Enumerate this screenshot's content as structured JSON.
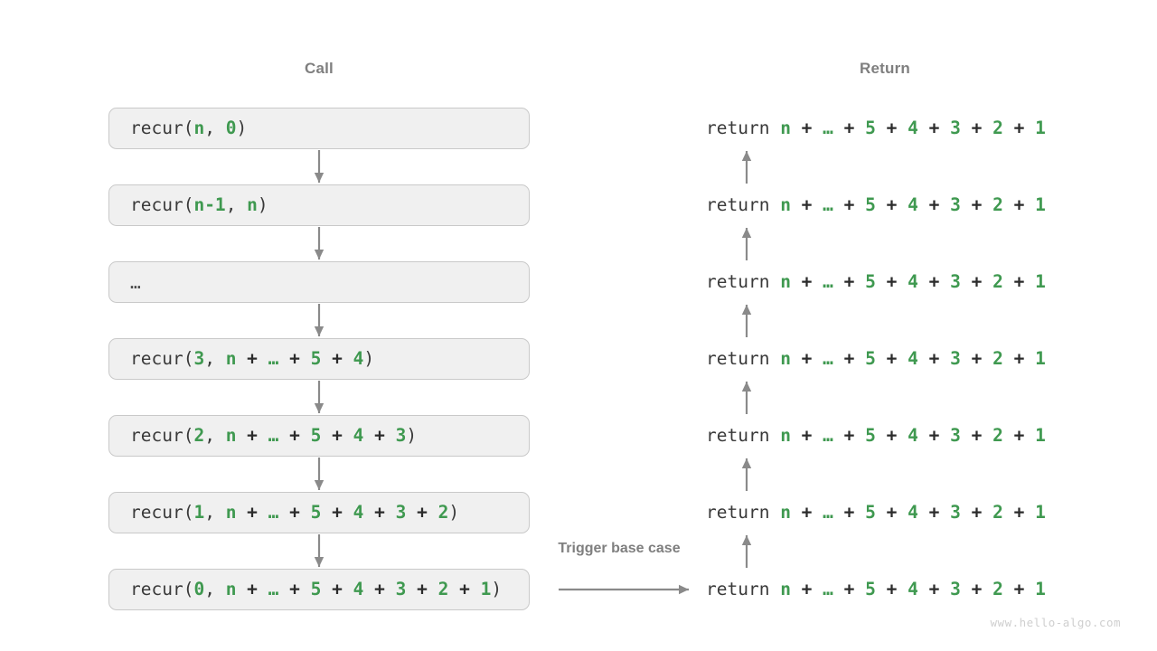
{
  "headers": {
    "call": "Call",
    "return": "Return"
  },
  "colors": {
    "green": "#3f9950",
    "text": "#3a3a3a",
    "header": "#7f7f7f",
    "box_bg": "#f0f0f0",
    "box_border": "#c9c9c9",
    "arrow": "#8a8a8a",
    "watermark": "#cfcfcf"
  },
  "call_stack": [
    {
      "id": "call-0",
      "plain": "recur(n, 0)",
      "tokens": [
        {
          "t": "recur(",
          "c": "plain"
        },
        {
          "t": "n",
          "c": "green"
        },
        {
          "t": ", ",
          "c": "plain"
        },
        {
          "t": "0",
          "c": "green"
        },
        {
          "t": ")",
          "c": "plain"
        }
      ]
    },
    {
      "id": "call-1",
      "plain": "recur(n-1, n)",
      "tokens": [
        {
          "t": "recur(",
          "c": "plain"
        },
        {
          "t": "n-1",
          "c": "green"
        },
        {
          "t": ", ",
          "c": "plain"
        },
        {
          "t": "n",
          "c": "green"
        },
        {
          "t": ")",
          "c": "plain"
        }
      ]
    },
    {
      "id": "call-2",
      "plain": "…",
      "tokens": [
        {
          "t": "…",
          "c": "dots"
        }
      ]
    },
    {
      "id": "call-3",
      "plain": "recur(3, n + … + 5 + 4)",
      "tokens": [
        {
          "t": "recur(",
          "c": "plain"
        },
        {
          "t": "3",
          "c": "green"
        },
        {
          "t": ", ",
          "c": "plain"
        },
        {
          "t": "n",
          "c": "green"
        },
        {
          "t": " + ",
          "c": "op"
        },
        {
          "t": "…",
          "c": "green"
        },
        {
          "t": " + ",
          "c": "op"
        },
        {
          "t": "5",
          "c": "green"
        },
        {
          "t": " + ",
          "c": "op"
        },
        {
          "t": "4",
          "c": "green"
        },
        {
          "t": ")",
          "c": "plain"
        }
      ]
    },
    {
      "id": "call-4",
      "plain": "recur(2, n + … + 5 + 4 + 3)",
      "tokens": [
        {
          "t": "recur(",
          "c": "plain"
        },
        {
          "t": "2",
          "c": "green"
        },
        {
          "t": ", ",
          "c": "plain"
        },
        {
          "t": "n",
          "c": "green"
        },
        {
          "t": " + ",
          "c": "op"
        },
        {
          "t": "…",
          "c": "green"
        },
        {
          "t": " + ",
          "c": "op"
        },
        {
          "t": "5",
          "c": "green"
        },
        {
          "t": " + ",
          "c": "op"
        },
        {
          "t": "4",
          "c": "green"
        },
        {
          "t": " + ",
          "c": "op"
        },
        {
          "t": "3",
          "c": "green"
        },
        {
          "t": ")",
          "c": "plain"
        }
      ]
    },
    {
      "id": "call-5",
      "plain": "recur(1, n + … + 5 + 4 + 3 + 2)",
      "tokens": [
        {
          "t": "recur(",
          "c": "plain"
        },
        {
          "t": "1",
          "c": "green"
        },
        {
          "t": ", ",
          "c": "plain"
        },
        {
          "t": "n",
          "c": "green"
        },
        {
          "t": " + ",
          "c": "op"
        },
        {
          "t": "…",
          "c": "green"
        },
        {
          "t": " + ",
          "c": "op"
        },
        {
          "t": "5",
          "c": "green"
        },
        {
          "t": " + ",
          "c": "op"
        },
        {
          "t": "4",
          "c": "green"
        },
        {
          "t": " + ",
          "c": "op"
        },
        {
          "t": "3",
          "c": "green"
        },
        {
          "t": " + ",
          "c": "op"
        },
        {
          "t": "2",
          "c": "green"
        },
        {
          "t": ")",
          "c": "plain"
        }
      ]
    },
    {
      "id": "call-6",
      "plain": "recur(0, n + … + 5 + 4 + 3 + 2 + 1)",
      "tokens": [
        {
          "t": "recur(",
          "c": "plain"
        },
        {
          "t": "0",
          "c": "green"
        },
        {
          "t": ", ",
          "c": "plain"
        },
        {
          "t": "n",
          "c": "green"
        },
        {
          "t": " + ",
          "c": "op"
        },
        {
          "t": "…",
          "c": "green"
        },
        {
          "t": " + ",
          "c": "op"
        },
        {
          "t": "5",
          "c": "green"
        },
        {
          "t": " + ",
          "c": "op"
        },
        {
          "t": "4",
          "c": "green"
        },
        {
          "t": " + ",
          "c": "op"
        },
        {
          "t": "3",
          "c": "green"
        },
        {
          "t": " + ",
          "c": "op"
        },
        {
          "t": "2",
          "c": "green"
        },
        {
          "t": " + ",
          "c": "op"
        },
        {
          "t": "1",
          "c": "green"
        },
        {
          "t": ")",
          "c": "plain"
        }
      ]
    }
  ],
  "return_stack": [
    {
      "id": "return-0",
      "plain": "return n + … + 5 + 4 + 3 + 2 + 1",
      "tokens": [
        {
          "t": "return ",
          "c": "plain"
        },
        {
          "t": "n",
          "c": "green"
        },
        {
          "t": " + ",
          "c": "op"
        },
        {
          "t": "…",
          "c": "green"
        },
        {
          "t": " + ",
          "c": "op"
        },
        {
          "t": "5",
          "c": "green"
        },
        {
          "t": " + ",
          "c": "op"
        },
        {
          "t": "4",
          "c": "green"
        },
        {
          "t": " + ",
          "c": "op"
        },
        {
          "t": "3",
          "c": "green"
        },
        {
          "t": " + ",
          "c": "op"
        },
        {
          "t": "2",
          "c": "green"
        },
        {
          "t": " + ",
          "c": "op"
        },
        {
          "t": "1",
          "c": "green"
        }
      ]
    },
    {
      "id": "return-1",
      "plain": "return n + … + 5 + 4 + 3 + 2 + 1",
      "tokens": [
        {
          "t": "return ",
          "c": "plain"
        },
        {
          "t": "n",
          "c": "green"
        },
        {
          "t": " + ",
          "c": "op"
        },
        {
          "t": "…",
          "c": "green"
        },
        {
          "t": " + ",
          "c": "op"
        },
        {
          "t": "5",
          "c": "green"
        },
        {
          "t": " + ",
          "c": "op"
        },
        {
          "t": "4",
          "c": "green"
        },
        {
          "t": " + ",
          "c": "op"
        },
        {
          "t": "3",
          "c": "green"
        },
        {
          "t": " + ",
          "c": "op"
        },
        {
          "t": "2",
          "c": "green"
        },
        {
          "t": " + ",
          "c": "op"
        },
        {
          "t": "1",
          "c": "green"
        }
      ]
    },
    {
      "id": "return-2",
      "plain": "return n + … + 5 + 4 + 3 + 2 + 1",
      "tokens": [
        {
          "t": "return ",
          "c": "plain"
        },
        {
          "t": "n",
          "c": "green"
        },
        {
          "t": " + ",
          "c": "op"
        },
        {
          "t": "…",
          "c": "green"
        },
        {
          "t": " + ",
          "c": "op"
        },
        {
          "t": "5",
          "c": "green"
        },
        {
          "t": " + ",
          "c": "op"
        },
        {
          "t": "4",
          "c": "green"
        },
        {
          "t": " + ",
          "c": "op"
        },
        {
          "t": "3",
          "c": "green"
        },
        {
          "t": " + ",
          "c": "op"
        },
        {
          "t": "2",
          "c": "green"
        },
        {
          "t": " + ",
          "c": "op"
        },
        {
          "t": "1",
          "c": "green"
        }
      ]
    },
    {
      "id": "return-3",
      "plain": "return n + … + 5 + 4 + 3 + 2 + 1",
      "tokens": [
        {
          "t": "return ",
          "c": "plain"
        },
        {
          "t": "n",
          "c": "green"
        },
        {
          "t": " + ",
          "c": "op"
        },
        {
          "t": "…",
          "c": "green"
        },
        {
          "t": " + ",
          "c": "op"
        },
        {
          "t": "5",
          "c": "green"
        },
        {
          "t": " + ",
          "c": "op"
        },
        {
          "t": "4",
          "c": "green"
        },
        {
          "t": " + ",
          "c": "op"
        },
        {
          "t": "3",
          "c": "green"
        },
        {
          "t": " + ",
          "c": "op"
        },
        {
          "t": "2",
          "c": "green"
        },
        {
          "t": " + ",
          "c": "op"
        },
        {
          "t": "1",
          "c": "green"
        }
      ]
    },
    {
      "id": "return-4",
      "plain": "return n + … + 5 + 4 + 3 + 2 + 1",
      "tokens": [
        {
          "t": "return ",
          "c": "plain"
        },
        {
          "t": "n",
          "c": "green"
        },
        {
          "t": " + ",
          "c": "op"
        },
        {
          "t": "…",
          "c": "green"
        },
        {
          "t": " + ",
          "c": "op"
        },
        {
          "t": "5",
          "c": "green"
        },
        {
          "t": " + ",
          "c": "op"
        },
        {
          "t": "4",
          "c": "green"
        },
        {
          "t": " + ",
          "c": "op"
        },
        {
          "t": "3",
          "c": "green"
        },
        {
          "t": " + ",
          "c": "op"
        },
        {
          "t": "2",
          "c": "green"
        },
        {
          "t": " + ",
          "c": "op"
        },
        {
          "t": "1",
          "c": "green"
        }
      ]
    },
    {
      "id": "return-5",
      "plain": "return n + … + 5 + 4 + 3 + 2 + 1",
      "tokens": [
        {
          "t": "return ",
          "c": "plain"
        },
        {
          "t": "n",
          "c": "green"
        },
        {
          "t": " + ",
          "c": "op"
        },
        {
          "t": "…",
          "c": "green"
        },
        {
          "t": " + ",
          "c": "op"
        },
        {
          "t": "5",
          "c": "green"
        },
        {
          "t": " + ",
          "c": "op"
        },
        {
          "t": "4",
          "c": "green"
        },
        {
          "t": " + ",
          "c": "op"
        },
        {
          "t": "3",
          "c": "green"
        },
        {
          "t": " + ",
          "c": "op"
        },
        {
          "t": "2",
          "c": "green"
        },
        {
          "t": " + ",
          "c": "op"
        },
        {
          "t": "1",
          "c": "green"
        }
      ]
    },
    {
      "id": "return-6",
      "plain": "return n + … + 5 + 4 + 3 + 2 + 1",
      "tokens": [
        {
          "t": "return ",
          "c": "plain"
        },
        {
          "t": "n",
          "c": "green"
        },
        {
          "t": " + ",
          "c": "op"
        },
        {
          "t": "…",
          "c": "green"
        },
        {
          "t": " + ",
          "c": "op"
        },
        {
          "t": "5",
          "c": "green"
        },
        {
          "t": " + ",
          "c": "op"
        },
        {
          "t": "4",
          "c": "green"
        },
        {
          "t": " + ",
          "c": "op"
        },
        {
          "t": "3",
          "c": "green"
        },
        {
          "t": " + ",
          "c": "op"
        },
        {
          "t": "2",
          "c": "green"
        },
        {
          "t": " + ",
          "c": "op"
        },
        {
          "t": "1",
          "c": "green"
        }
      ]
    }
  ],
  "annotations": {
    "trigger_base_case": "Trigger base case"
  },
  "watermark": "www.hello-algo.com"
}
